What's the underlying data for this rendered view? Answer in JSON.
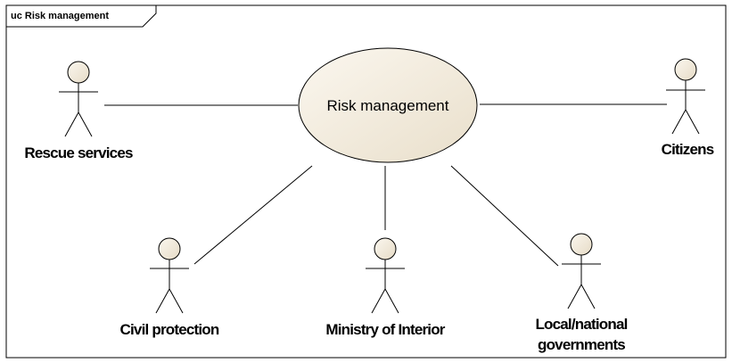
{
  "frame": {
    "label": "uc Risk management"
  },
  "use_case": {
    "label": "Risk management"
  },
  "actors": {
    "rescue_services": {
      "label": "Rescue services"
    },
    "citizens": {
      "label": "Citizens"
    },
    "civil_protection": {
      "label": "Civil protection"
    },
    "ministry_of_interior": {
      "label": "Ministry of Interior"
    },
    "local_national_governments": {
      "line1": "Local/national",
      "line2": "governments"
    }
  },
  "colors": {
    "fill": "#f4ede0",
    "stroke": "#000000"
  }
}
